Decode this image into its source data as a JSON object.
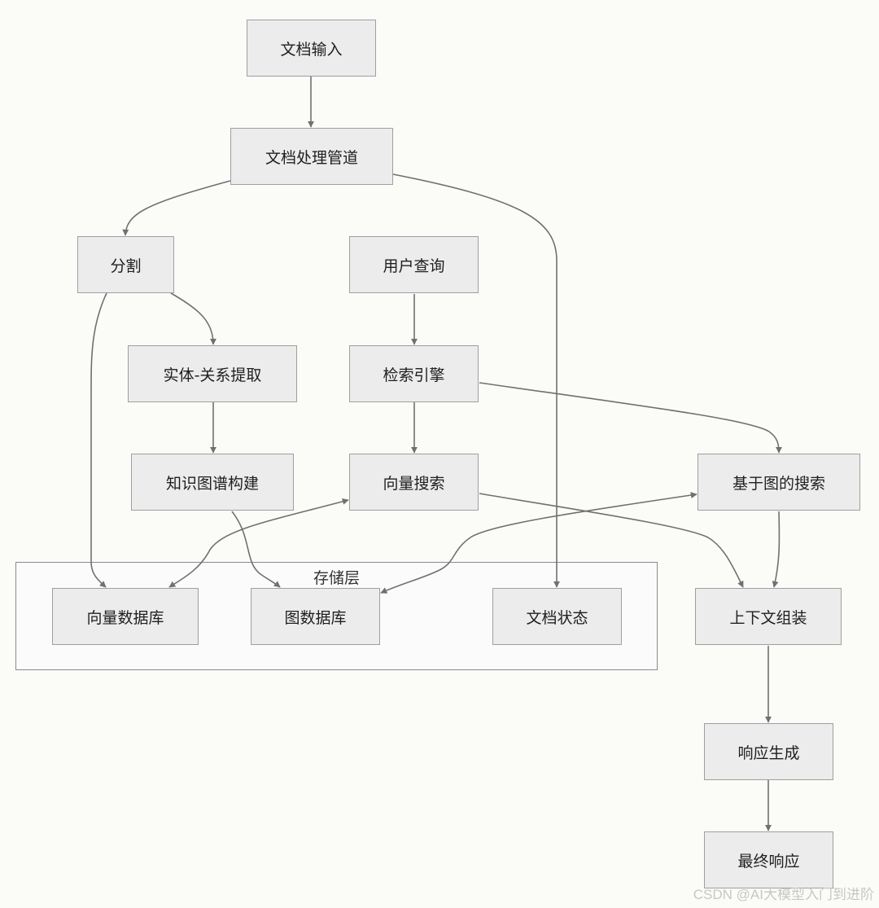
{
  "cluster": {
    "label": "存储层"
  },
  "nodes": {
    "doc_input": "文档输入",
    "doc_pipeline": "文档处理管道",
    "split": "分割",
    "user_query": "用户查询",
    "entity_extract": "实体-关系提取",
    "retrieval_engine": "检索引擎",
    "kg_build": "知识图谱构建",
    "vector_search": "向量搜索",
    "graph_search": "基于图的搜索",
    "vector_db": "向量数据库",
    "graph_db": "图数据库",
    "doc_state": "文档状态",
    "context_assembly": "上下文组装",
    "response_gen": "响应生成",
    "final_response": "最终响应"
  },
  "watermark": "CSDN @AI大模型入门到进阶",
  "colors": {
    "background": "#fbfbf8",
    "node_fill": "#ececec",
    "node_border": "#9f9f9f",
    "edge": "#707070",
    "cluster_fill": "#fbfbfb"
  }
}
